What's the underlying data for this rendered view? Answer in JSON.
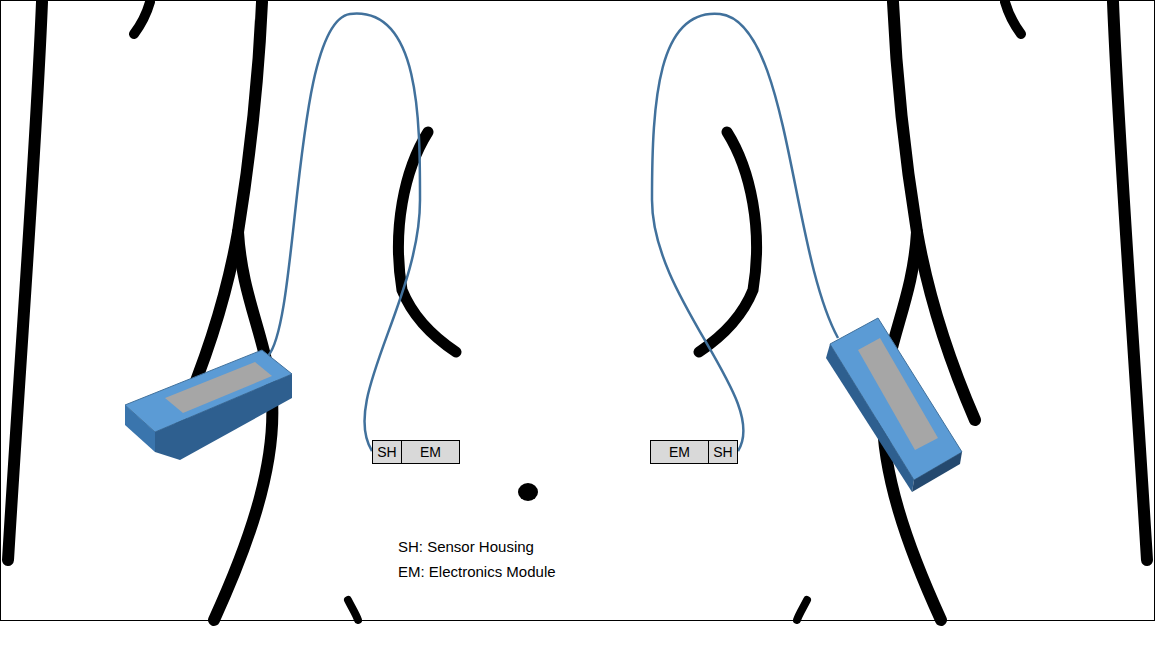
{
  "diagram": {
    "nodes": [
      {
        "text": [
          "SH"
        ]
      },
      {
        "text": [
          "EM"
        ]
      },
      {
        "text": [
          "EM"
        ]
      },
      {
        "text": [
          "SH"
        ]
      }
    ],
    "labels": [
      "SH: Sensor Housing",
      "EM: Electronics Module"
    ]
  }
}
